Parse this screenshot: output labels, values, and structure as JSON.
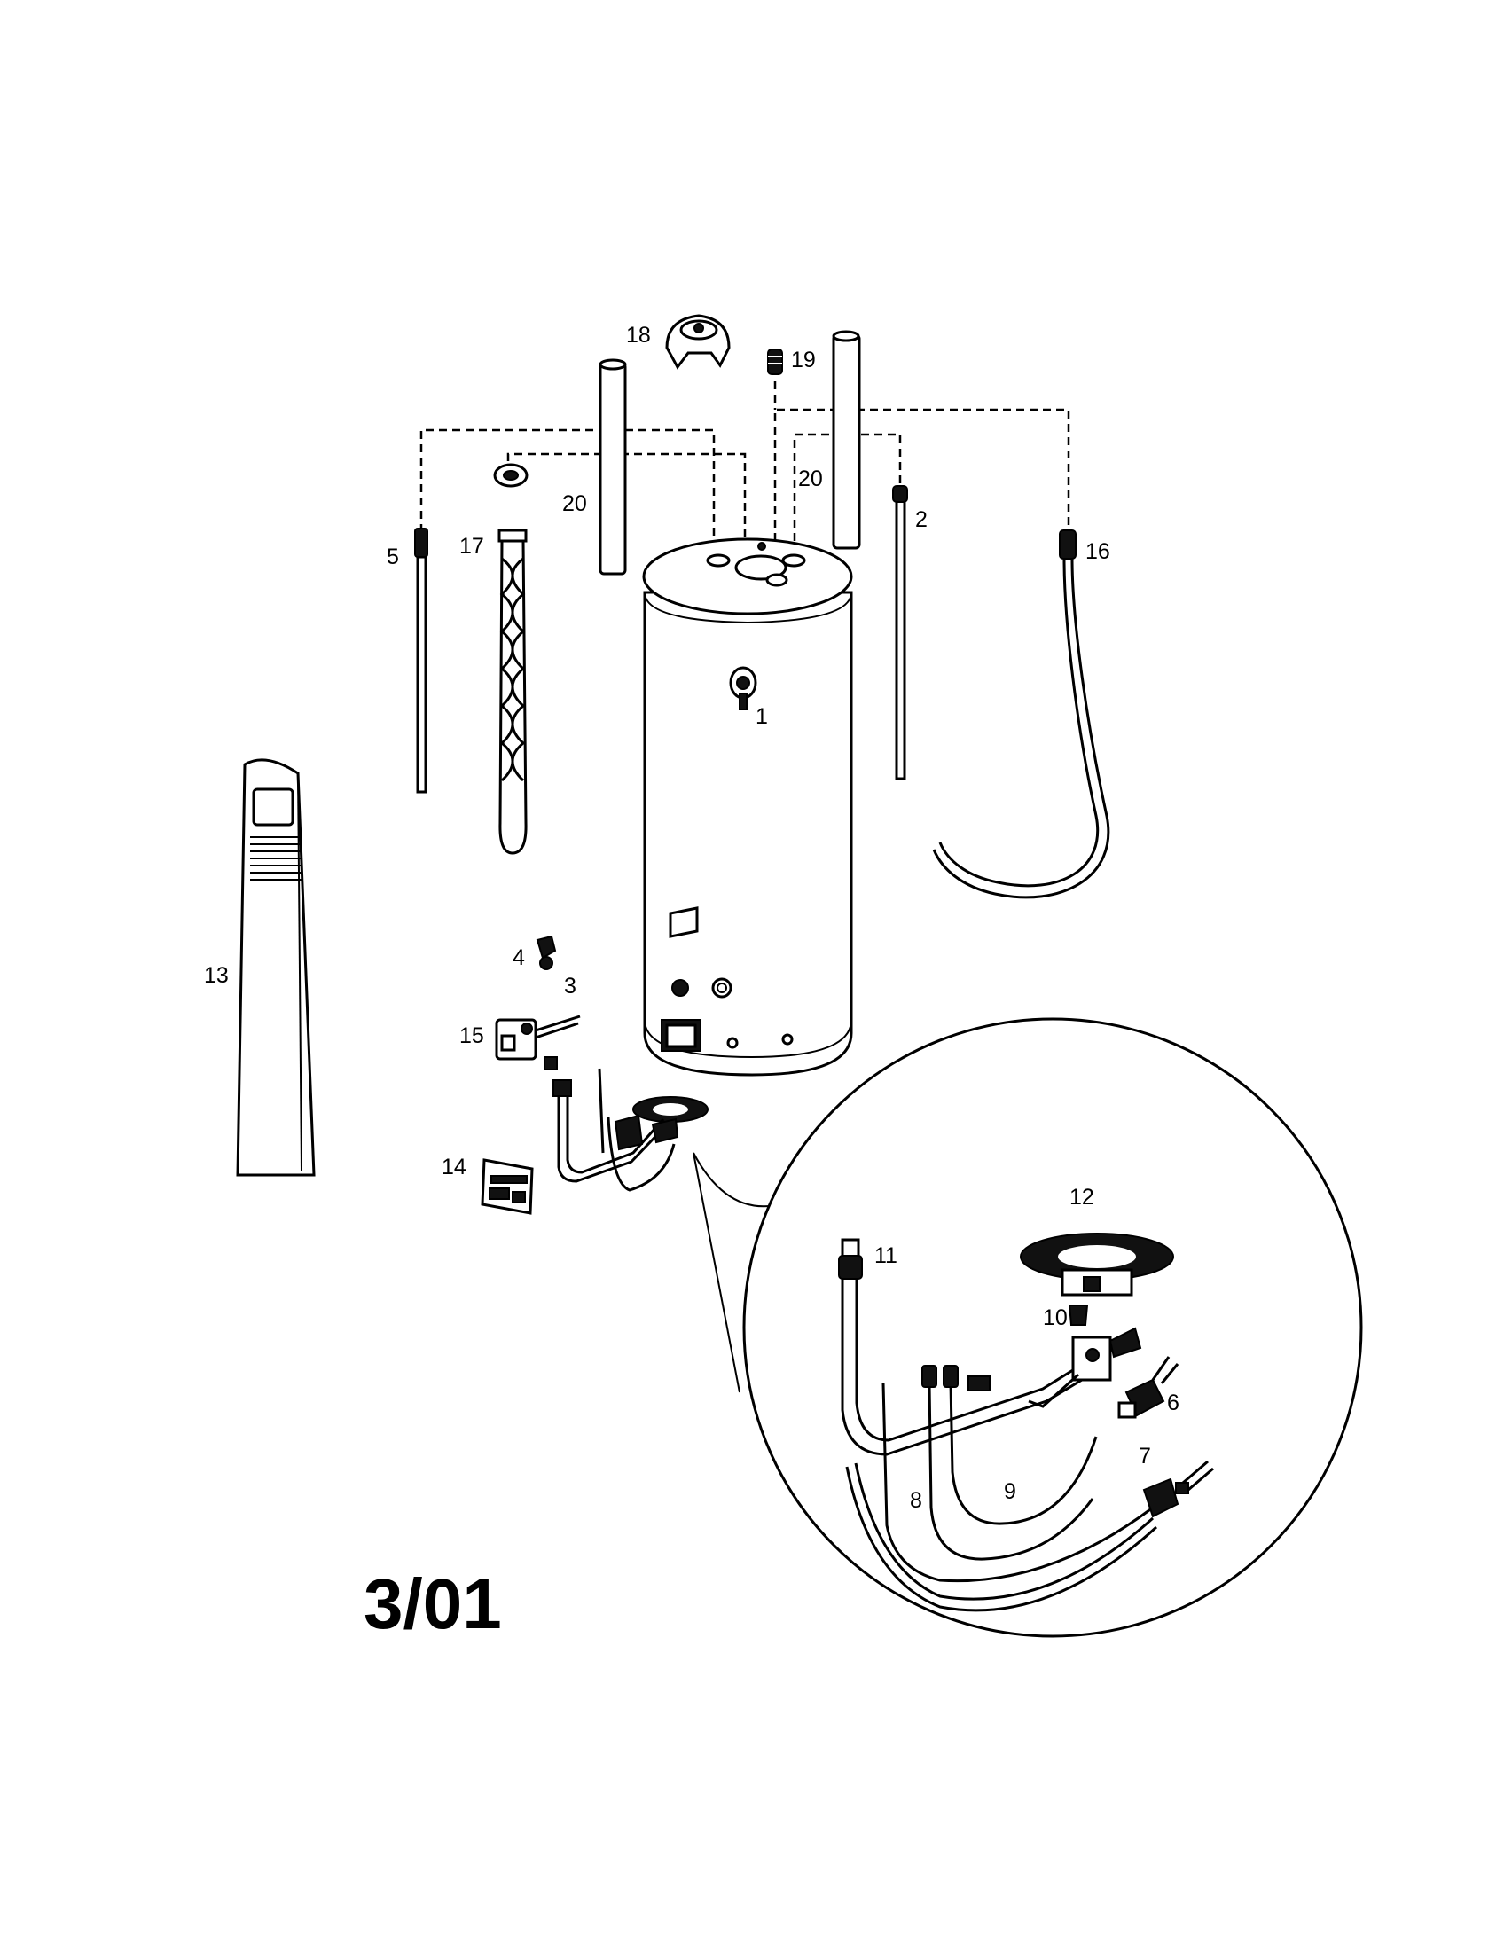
{
  "diagram": {
    "date_code": "3/01",
    "callouts": {
      "p1": "1",
      "p2": "2",
      "p3": "3",
      "p4": "4",
      "p5": "5",
      "p6": "6",
      "p7": "7",
      "p8": "8",
      "p9": "9",
      "p10": "10",
      "p11": "11",
      "p12": "12",
      "p13": "13",
      "p14": "14",
      "p15": "15",
      "p16": "16",
      "p17": "17",
      "p18": "18",
      "p19": "19",
      "p20a": "20",
      "p20b": "20"
    }
  }
}
